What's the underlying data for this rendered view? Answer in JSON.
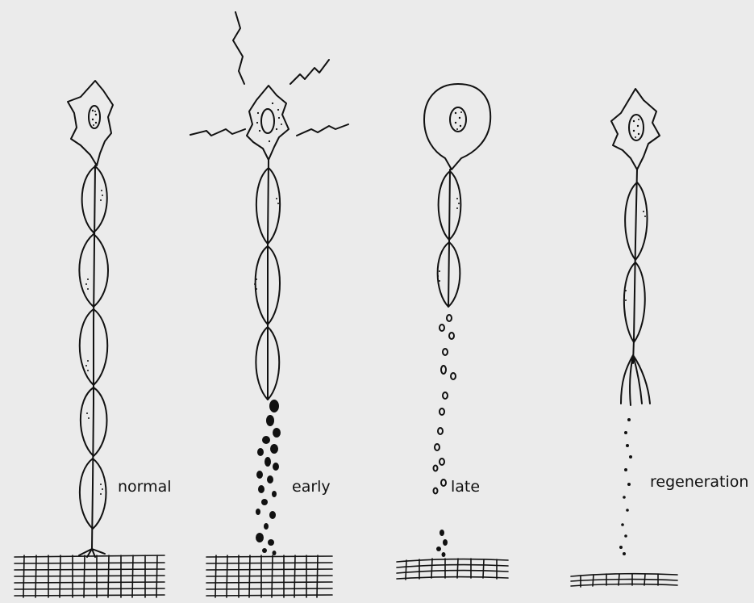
{
  "labels": {
    "normal": "normal",
    "early": "early",
    "late": "late",
    "regeneration": "regeneration"
  },
  "colors": {
    "ink": "#111111",
    "paper": "#ebebeb"
  }
}
